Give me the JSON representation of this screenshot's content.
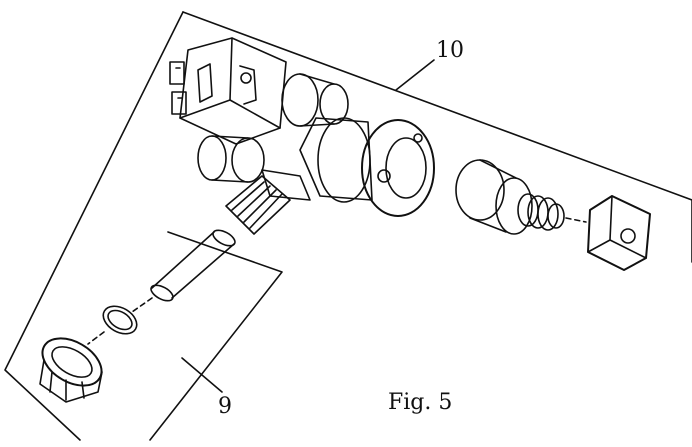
{
  "labels": {
    "part_10": "10",
    "part_9": "9",
    "figure": "Fig. 5"
  },
  "colors": {
    "ink": "#111111",
    "background": "#ffffff"
  },
  "parts": [
    "solenoid-valve-assembly-icon",
    "valve-sleeve-icon",
    "plunger-spring-icon",
    "valve-cap-icon",
    "threaded-nozzle-icon",
    "hose-tube-icon",
    "o-ring-icon",
    "union-nut-icon"
  ]
}
